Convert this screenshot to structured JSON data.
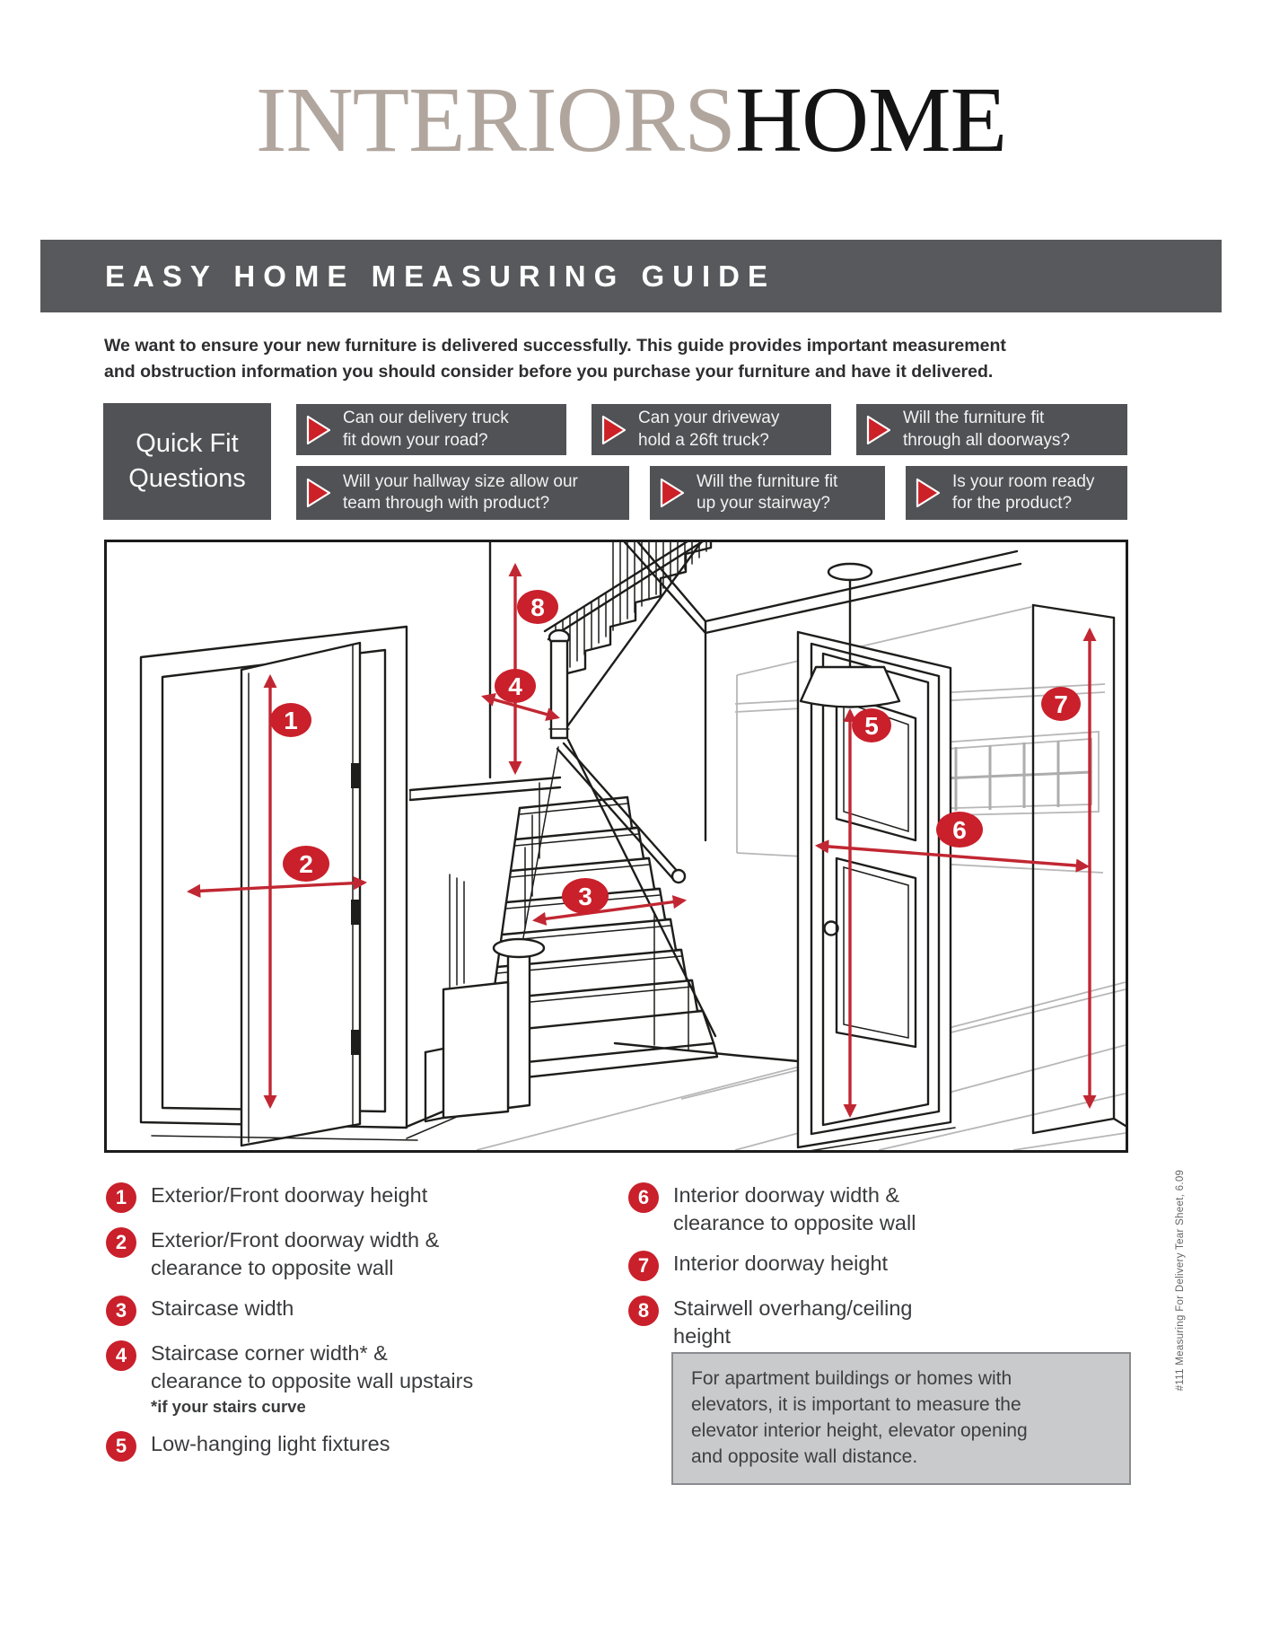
{
  "logo": {
    "part1": "INTERIORS",
    "part2": "HOME"
  },
  "banner": {
    "title": "EASY HOME MEASURING GUIDE"
  },
  "intro": "We want to ensure your new furniture is delivered successfully. This guide provides important measurement\nand obstruction information you should consider before you purchase your furniture and have it delivered.",
  "quick_fit": {
    "label": "Quick Fit\nQuestions",
    "questions": [
      "Can our delivery truck\nfit down your road?",
      "Can your driveway\nhold a 26ft truck?",
      "Will the furniture fit\nthrough all doorways?",
      "Will your hallway size allow our\nteam through with product?",
      "Will the furniture fit\nup your stairway?",
      "Is your room ready\nfor the product?"
    ]
  },
  "diagram": {
    "callouts": [
      "1",
      "2",
      "3",
      "4",
      "5",
      "6",
      "7",
      "8"
    ]
  },
  "legend": {
    "left": [
      {
        "num": "1",
        "text": "Exterior/Front doorway height"
      },
      {
        "num": "2",
        "text": "Exterior/Front doorway width &\nclearance to opposite wall"
      },
      {
        "num": "3",
        "text": "Staircase width"
      },
      {
        "num": "4",
        "text": "Staircase corner width* &\nclearance to opposite wall upstairs",
        "note": "*if your stairs curve"
      },
      {
        "num": "5",
        "text": "Low-hanging light fixtures"
      }
    ],
    "right": [
      {
        "num": "6",
        "text": "Interior doorway width &\nclearance to opposite wall"
      },
      {
        "num": "7",
        "text": "Interior doorway height"
      },
      {
        "num": "8",
        "text": "Stairwell overhang/ceiling\nheight"
      }
    ]
  },
  "elevator_note": "For apartment buildings or homes with\nelevators, it is important to measure the\nelevator interior height, elevator opening\nand opposite wall distance.",
  "side_note": "#111 Measuring For Delivery Tear Sheet, 6.09",
  "colors": {
    "accent_red": "#c9202b",
    "banner_gray": "#58595c",
    "box_gray": "#515256",
    "logo_taupe": "#b1a69e",
    "note_box_bg": "#c9cacc"
  }
}
